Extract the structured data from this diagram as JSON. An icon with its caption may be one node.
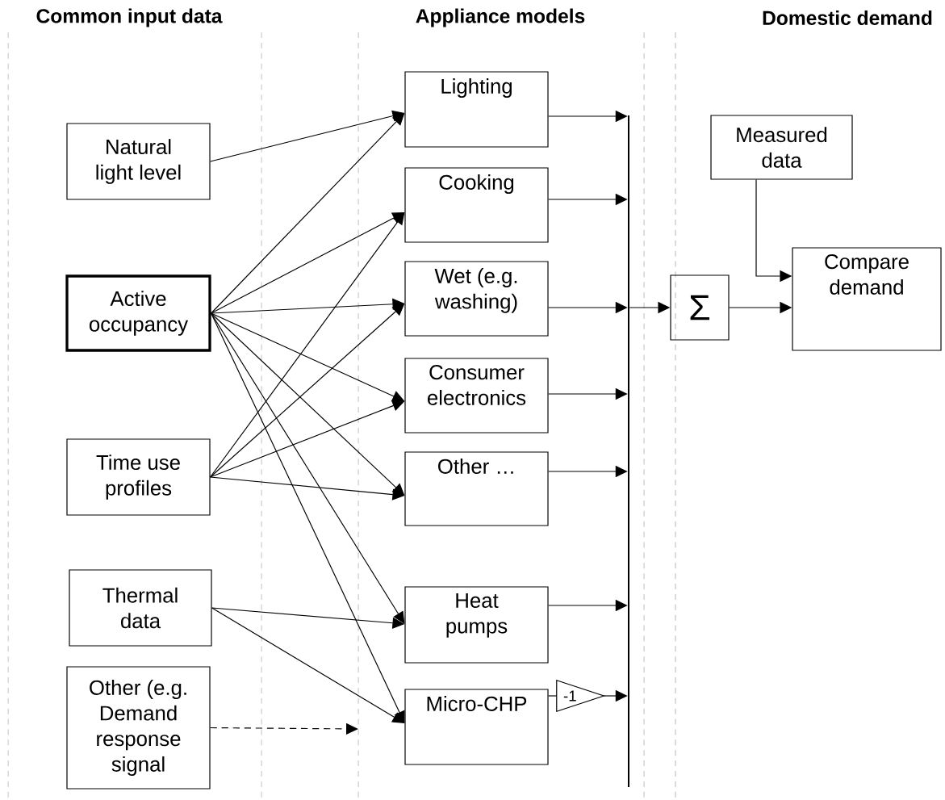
{
  "diagram": {
    "nodes": [
      {
        "text": [
          "Natural light level"
        ]
      },
      {
        "text": [
          "Active occupancy"
        ]
      },
      {
        "text": [
          "Time use profiles"
        ]
      },
      {
        "text": [
          "Thermal data"
        ]
      },
      {
        "text": [
          "Other (e.g. Demand response signal"
        ]
      },
      {
        "text": [
          "Lighting"
        ]
      },
      {
        "text": [
          "Cooking"
        ]
      },
      {
        "text": [
          "Wet (e.g. washing)"
        ]
      },
      {
        "text": [
          "Consumer electronics"
        ]
      },
      {
        "text": [
          "Other …"
        ]
      },
      {
        "text": [
          "Heat pumps"
        ]
      },
      {
        "text": [
          "Micro-CHP"
        ]
      },
      {
        "text": [
          "-1"
        ]
      },
      {
        "text": [
          "Σ"
        ]
      },
      {
        "text": [
          "Measured data"
        ]
      },
      {
        "text": [
          "Compare demand"
        ]
      },
      {
        "text": [],
        "shape": "bar"
      }
    ],
    "edges": [
      {
        "from": 0,
        "to": 5,
        "arrow": "to"
      },
      {
        "from": 1,
        "to": 5,
        "arrow": "to"
      },
      {
        "from": 1,
        "to": 6,
        "arrow": "to"
      },
      {
        "from": 1,
        "to": 7,
        "arrow": "to"
      },
      {
        "from": 1,
        "to": 8,
        "arrow": "to"
      },
      {
        "from": 1,
        "to": 9,
        "arrow": "to"
      },
      {
        "from": 1,
        "to": 10,
        "arrow": "to"
      },
      {
        "from": 1,
        "to": 11,
        "arrow": "to"
      },
      {
        "from": 2,
        "to": 6,
        "arrow": "to"
      },
      {
        "from": 2,
        "to": 7,
        "arrow": "to"
      },
      {
        "from": 2,
        "to": 8,
        "arrow": "to"
      },
      {
        "from": 2,
        "to": 9,
        "arrow": "to"
      },
      {
        "from": 3,
        "to": 10,
        "arrow": "to"
      },
      {
        "from": 3,
        "to": 11,
        "arrow": "to"
      },
      {
        "from": 4,
        "to": null,
        "arrow": "to",
        "style": "dashed"
      },
      {
        "from": 5,
        "to": 16,
        "arrow": "to"
      },
      {
        "from": 6,
        "to": 16,
        "arrow": "to"
      },
      {
        "from": 7,
        "to": 16,
        "arrow": "to"
      },
      {
        "from": 8,
        "to": 16,
        "arrow": "to"
      },
      {
        "from": 9,
        "to": 16,
        "arrow": "to"
      },
      {
        "from": 10,
        "to": 16,
        "arrow": "to"
      },
      {
        "from": 11,
        "to": 12,
        "arrow": "none"
      },
      {
        "from": 12,
        "to": 16,
        "arrow": "to"
      },
      {
        "from": 16,
        "to": 13,
        "arrow": "to"
      },
      {
        "from": 13,
        "to": 15,
        "arrow": "to"
      },
      {
        "from": 14,
        "to": 15,
        "arrow": "to"
      }
    ],
    "labels": [
      "Common input data",
      "Appliance models",
      "Domestic demand"
    ]
  }
}
